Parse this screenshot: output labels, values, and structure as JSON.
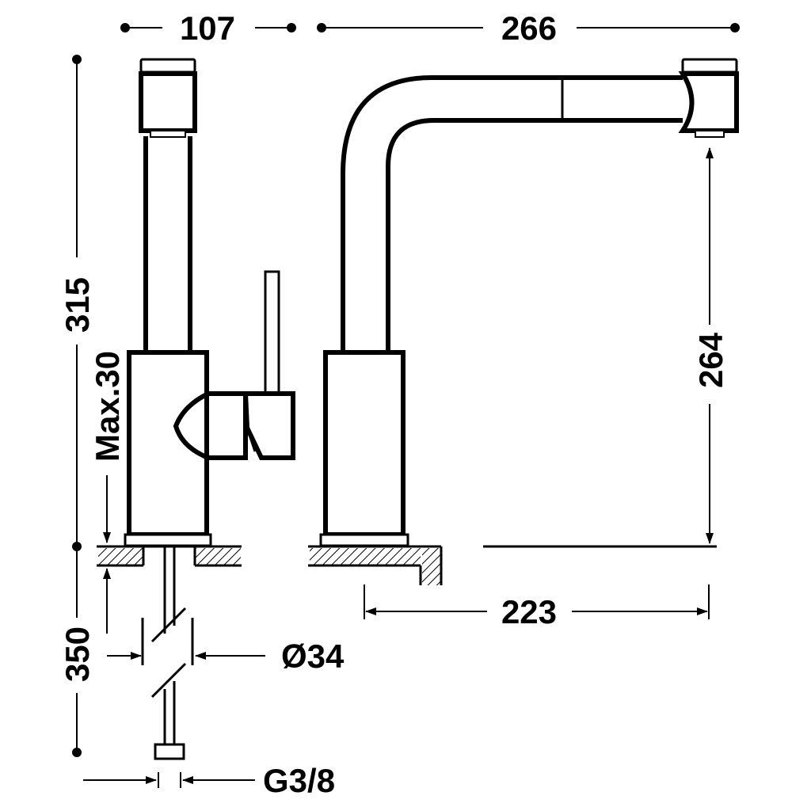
{
  "dimensions": {
    "width_side": "107",
    "width_front": "266",
    "height_total": "315",
    "max_thickness": "Max.30",
    "spout_height": "264",
    "reach": "223",
    "hose_length": "350",
    "hole_diameter": "Ø34",
    "thread": "G3/8"
  },
  "colors": {
    "line": "#000000",
    "background": "#ffffff"
  }
}
